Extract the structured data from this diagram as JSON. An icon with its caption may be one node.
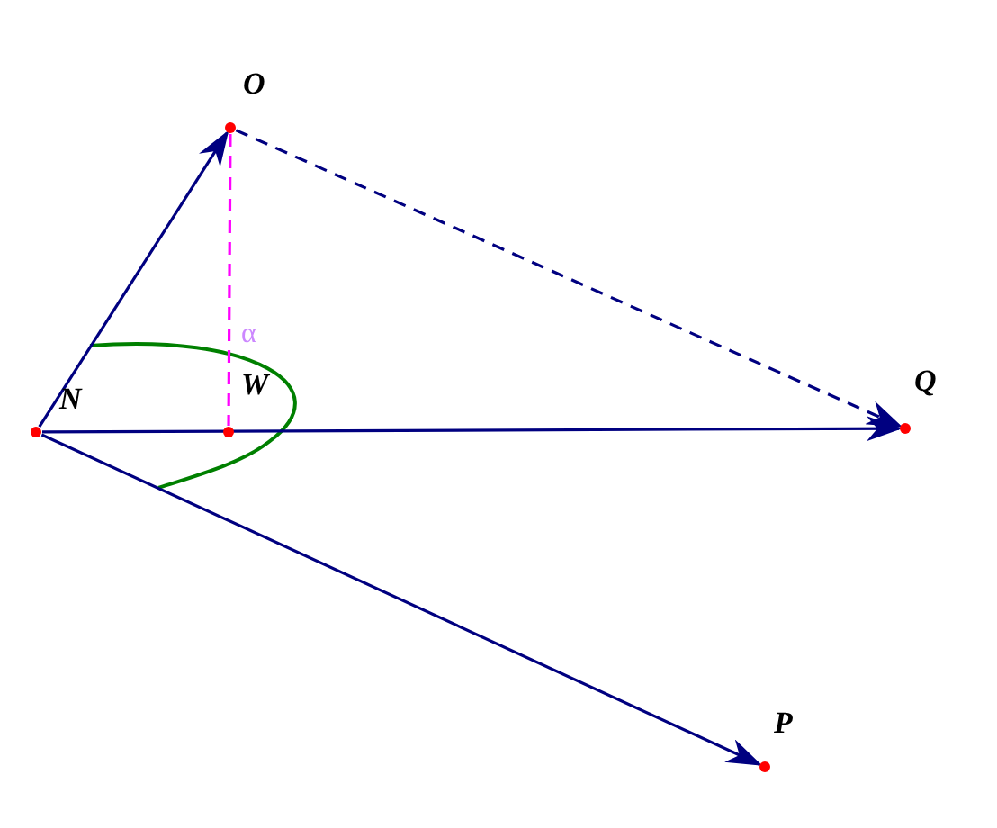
{
  "diagram": {
    "nodes": [
      {
        "text": [
          "N"
        ]
      },
      {
        "text": [
          "O"
        ]
      },
      {
        "text": [
          "W"
        ]
      },
      {
        "text": [
          "Q"
        ]
      },
      {
        "text": [
          "P"
        ]
      }
    ],
    "edges": [
      {
        "from": 0,
        "to": 1,
        "arrow": "to"
      },
      {
        "from": 0,
        "to": 3,
        "arrow": "to"
      },
      {
        "from": 0,
        "to": 4,
        "arrow": "to"
      },
      {
        "from": 1,
        "to": 3,
        "arrow": "to",
        "style": "dashed"
      },
      {
        "from": 1,
        "to": 2,
        "arrow": "none",
        "style": "dashed",
        "color": "#ff00ff"
      }
    ],
    "labels": [
      "α"
    ]
  }
}
